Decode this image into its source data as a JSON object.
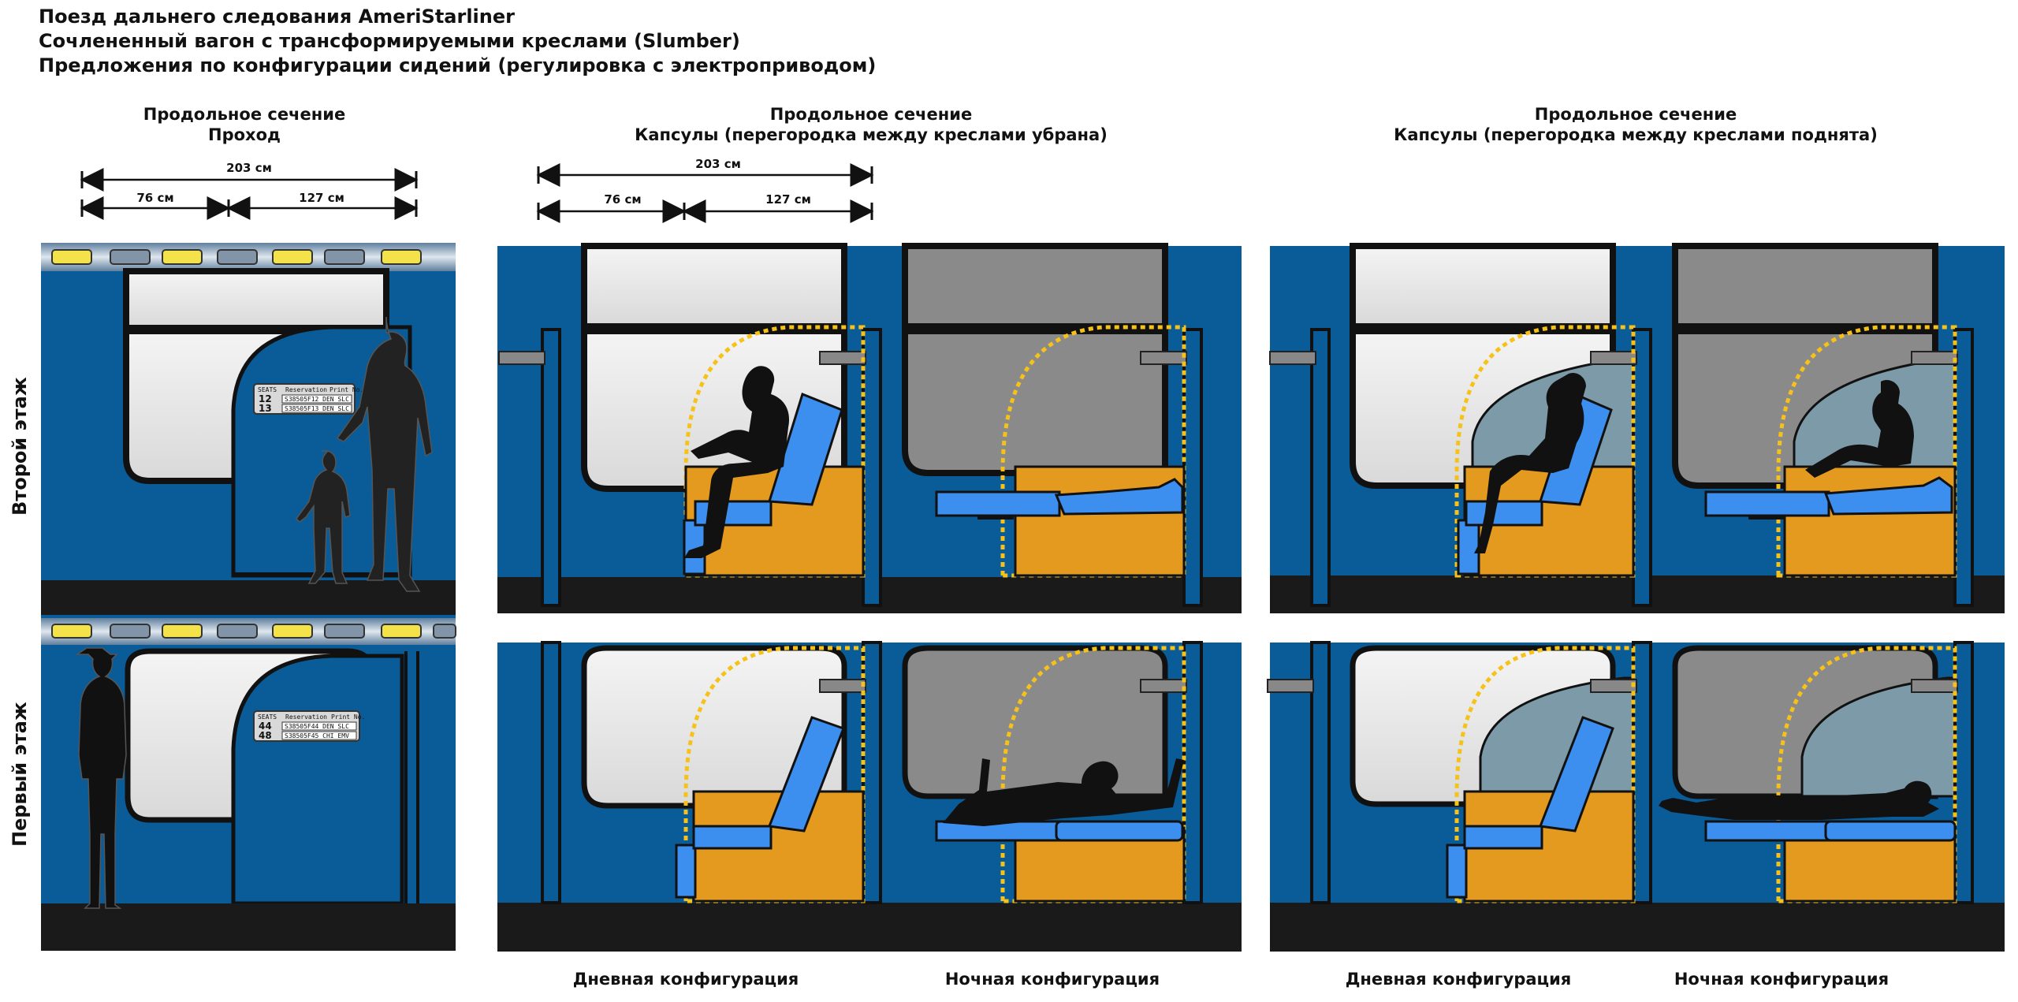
{
  "titles": {
    "line1": "Поезд дальнего следования AmeriStarliner",
    "line2": "Сочлененный вагон с трансформируемыми креслами (Slumber)",
    "line3": "Предложения по конфигурации сидений (регулировка с электроприводом)"
  },
  "sections": {
    "aisle": {
      "line1": "Продольное сечение",
      "line2": "Проход"
    },
    "pods_down": {
      "line1": "Продольное сечение",
      "line2": "Капсулы (перегородка между креслами убрана)"
    },
    "pods_up": {
      "line1": "Продольное сечение",
      "line2": "Капсулы (перегородка между креслами поднята)"
    }
  },
  "dimensions": {
    "total": "203 см",
    "part1": "76 см",
    "part2": "127 см"
  },
  "floors": {
    "upper": "Второй этаж",
    "lower": "Первый этаж"
  },
  "configs": {
    "day": "Дневная конфигурация",
    "night": "Ночная конфигурация"
  },
  "signs": {
    "upper": {
      "header_left": "SEATS",
      "header_mid": "Reservation",
      "header_right": "Print No.",
      "num1": "12",
      "num2": "13",
      "row1": "S38505F12 DEN SLC",
      "row2": "S38505F13 DEN SLC"
    },
    "lower": {
      "header_left": "SEATS",
      "header_mid": "Reservation",
      "header_right": "Print No.",
      "num1": "44",
      "num2": "48",
      "row1": "S38505F44 DEN SLC",
      "row2": "S38505F45 CHI EMV"
    }
  },
  "colors": {
    "car_blue": "#0a5c99",
    "seat_blue": "#3d8fef",
    "seat_orange": "#e39a1e",
    "pod_outline": "#f6c21a",
    "floor_dark": "#1a1a1a",
    "window_grey": "#8a8a8a",
    "partition": "#7c9aa8",
    "light_yellow": "#f4e24a"
  }
}
